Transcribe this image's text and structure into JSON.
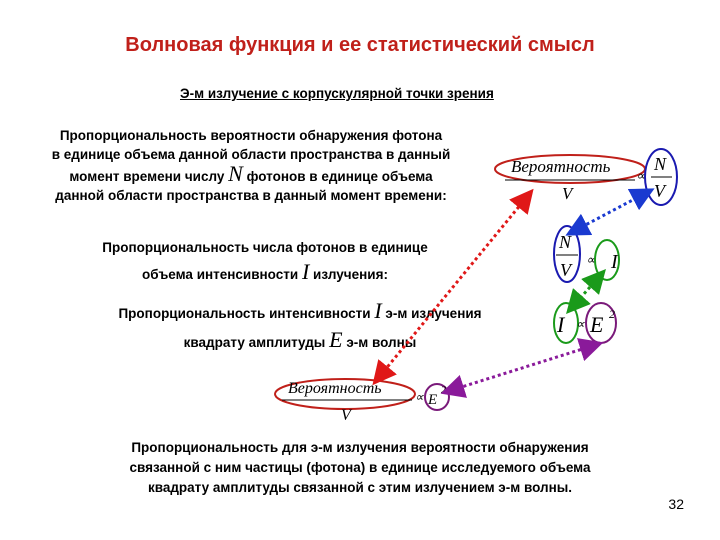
{
  "title": "Волновая функция и ее статистический смысл",
  "subtitle": "Э-м излучение с корпускулярной точки зрения",
  "para1": {
    "line1": "Пропорциональность вероятности обнаружения фотона",
    "line2": "в единице объема данной области пространства в данный",
    "line3_a": "момент времени числу",
    "symbol": "N",
    "line3_b": "фотонов в единице объема",
    "line4": "данной области пространства в данный момент времени:"
  },
  "para2": {
    "line1": "Пропорциональность числа фотонов в единице",
    "line2_a": "объема интенсивности",
    "symbol": "I",
    "line2_b": "излучения:"
  },
  "para3": {
    "line1_a": "Пропорциональность интенсивности",
    "symbol1": "I",
    "line1_b": "э-м излучения",
    "line2_a": "квадрату амплитуды",
    "symbol2": "E",
    "line2_b": "э-м волны"
  },
  "para4": {
    "line1": "Пропорциональность для э-м излучения вероятности обнаружения",
    "line2": "связанной с ним частицы (фотона) в единице исследуемого объема",
    "line3": "квадрату амплитуды связанной с этим излучением э-м волны."
  },
  "formulas": {
    "prob_word": "Вероятность",
    "V": "V",
    "N": "N",
    "I": "I",
    "E": "E",
    "E2": "E",
    "exp2": "2",
    "prop": "∝"
  },
  "slide_number": "32",
  "colors": {
    "title": "#c0201a",
    "red_ellipse": "#c0201a",
    "blue_ellipse": "#1a1ab0",
    "green_ellipse": "#1a9a1a",
    "purple_ellipse": "#7a1a7a"
  }
}
